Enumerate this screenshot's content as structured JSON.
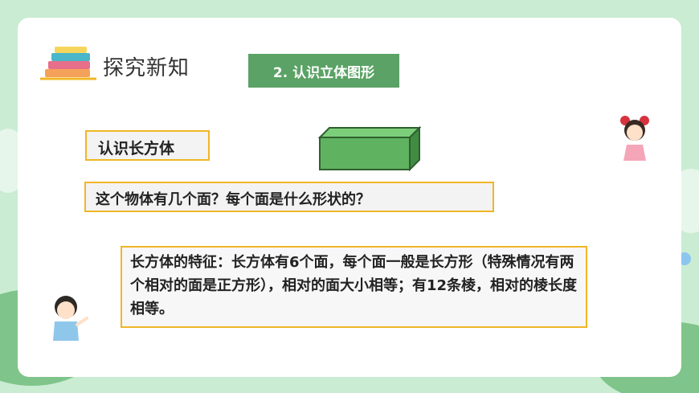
{
  "header": {
    "title": "探究新知"
  },
  "section": {
    "tag": "2. 认识立体图形"
  },
  "labels": {
    "topic": "认识长方体",
    "question": "这个物体有几个面？每个面是什么形状的？"
  },
  "feature": {
    "text": " 长方体的特征：长方体有6个面，每个面一般是长方形（特殊情况有两个相对的面是正方形），相对的面大小相等；有12条棱，相对的棱长度相等。"
  },
  "colors": {
    "background": "#c9ecd2",
    "tag_green": "#5aa265",
    "border_orange": "#f0b626",
    "cuboid_green": "#5fb360"
  },
  "icons": [
    "books-icon",
    "cuboid-illustration",
    "girl-illustration",
    "boy-illustration"
  ]
}
